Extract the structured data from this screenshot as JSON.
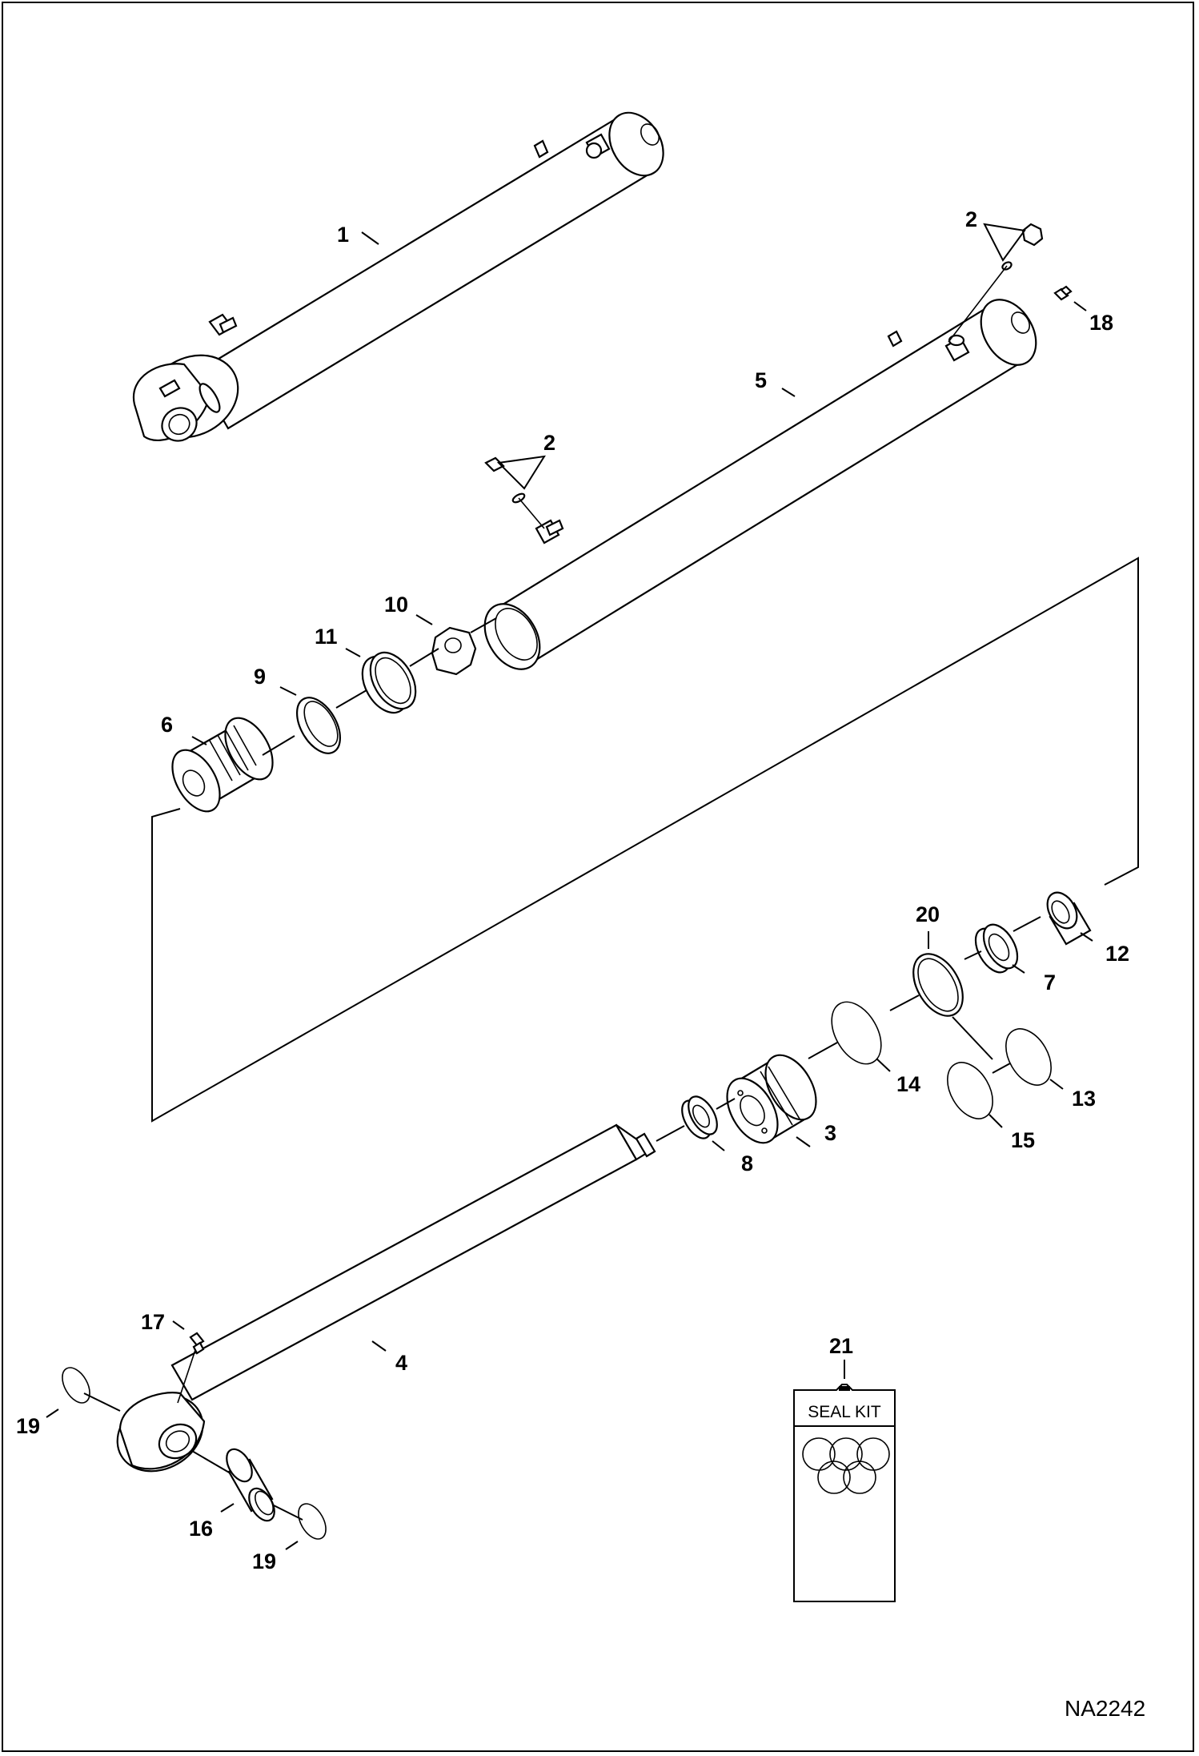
{
  "diagram": {
    "drawing_code": "NA2242",
    "seal_kit_label": "SEAL KIT",
    "callouts": {
      "c1": "1",
      "c2a": "2",
      "c2b": "2",
      "c3": "3",
      "c4": "4",
      "c5": "5",
      "c6": "6",
      "c7": "7",
      "c8": "8",
      "c9": "9",
      "c10": "10",
      "c11": "11",
      "c12": "12",
      "c13": "13",
      "c14": "14",
      "c15": "15",
      "c16": "16",
      "c17": "17",
      "c18": "18",
      "c19a": "19",
      "c19b": "19",
      "c20": "20",
      "c21": "21"
    }
  }
}
